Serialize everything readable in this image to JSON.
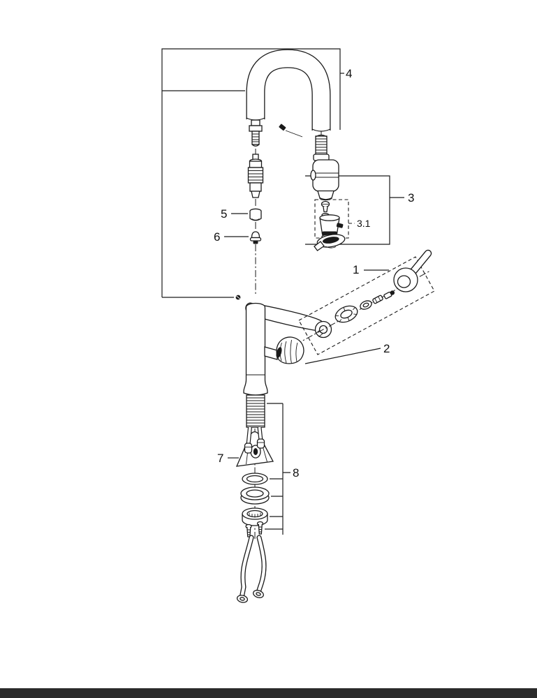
{
  "page": {
    "background_color": "#ffffff",
    "line_color": "#1a1a1a",
    "footer_bar_color": "#2b2b2b"
  },
  "diagram": {
    "type": "exploded-parts-diagram",
    "callouts": {
      "c1": "1",
      "c2": "2",
      "c3": "3",
      "c3_1": "3.1",
      "c4": "4",
      "c5": "5",
      "c6": "6",
      "c7": "7",
      "c8": "8"
    }
  }
}
